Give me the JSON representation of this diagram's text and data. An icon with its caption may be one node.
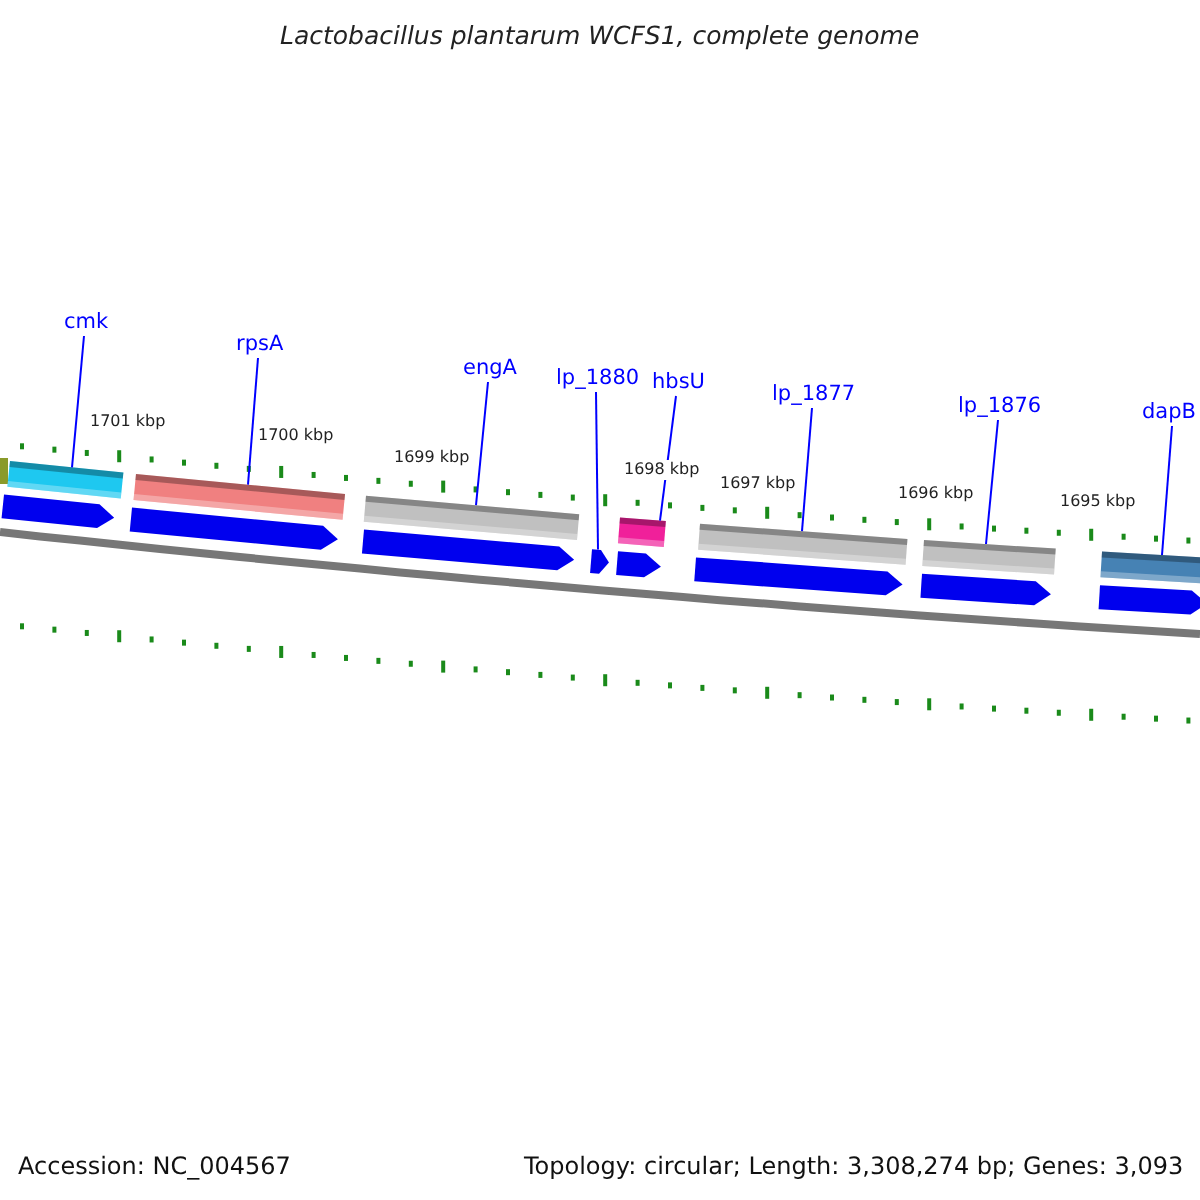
{
  "diagram": {
    "title": "Lactobacillus plantarum WCFS1, complete genome",
    "nodes": [
      {
        "text": [
          "cmk"
        ]
      },
      {
        "text": [
          "rpsA"
        ]
      },
      {
        "text": [
          "engA"
        ]
      },
      {
        "text": [
          "lp_1880"
        ]
      },
      {
        "text": [
          "hbsU"
        ]
      },
      {
        "text": [
          "lp_1877"
        ]
      },
      {
        "text": [
          "lp_1876"
        ]
      },
      {
        "text": [
          "dapB"
        ]
      },
      {
        "text": [],
        "shape": "bar"
      },
      {
        "text": [],
        "shape": "bar"
      },
      {
        "text": [],
        "shape": "bar"
      },
      {
        "text": [],
        "shape": "bar"
      },
      {
        "text": [],
        "shape": "bar"
      },
      {
        "text": [],
        "shape": "bar"
      },
      {
        "text": [],
        "shape": "bar"
      },
      {
        "text": [],
        "shape": "arrow"
      },
      {
        "text": [],
        "shape": "arrow"
      },
      {
        "text": [],
        "shape": "arrow"
      },
      {
        "text": [],
        "shape": "arrow"
      },
      {
        "text": [],
        "shape": "arrow"
      },
      {
        "text": [],
        "shape": "arrow"
      },
      {
        "text": [],
        "shape": "arrow"
      },
      {
        "text": [],
        "shape": "arrow"
      }
    ],
    "edges": [
      {
        "from": 0,
        "to": 8,
        "arrow": "none"
      },
      {
        "from": 1,
        "to": 9,
        "arrow": "none"
      },
      {
        "from": 2,
        "to": 10,
        "arrow": "none"
      },
      {
        "from": 3,
        "to": 18,
        "arrow": "none"
      },
      {
        "from": 4,
        "to": 11,
        "arrow": "none"
      },
      {
        "from": 5,
        "to": 12,
        "arrow": "none"
      },
      {
        "from": 6,
        "to": 13,
        "arrow": "none"
      },
      {
        "from": 7,
        "to": 14,
        "arrow": "none"
      }
    ],
    "labels": [
      "1701 kbp",
      "1700 kbp",
      "1699 kbp",
      "1698 kbp",
      "1697 kbp",
      "1696 kbp",
      "1695 kbp",
      "Accession: NC_004567",
      "Topology: circular; Length: 3,308,274 bp; Genes: 3,093"
    ]
  }
}
